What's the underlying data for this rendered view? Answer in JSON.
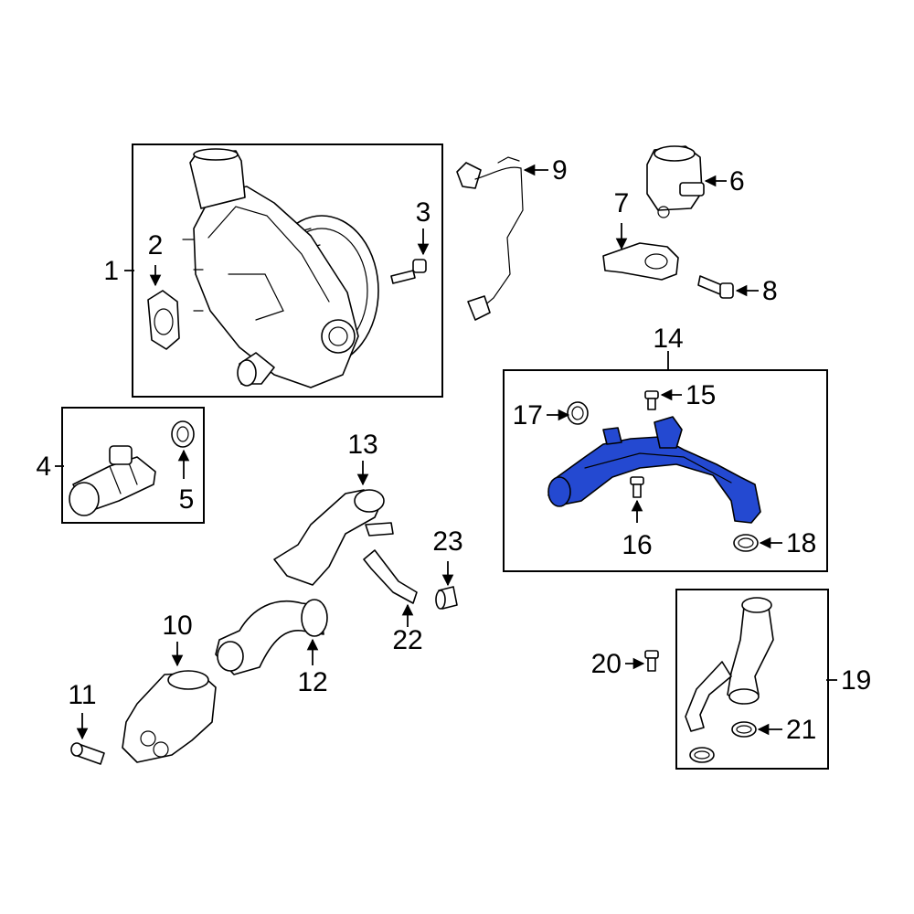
{
  "colors": {
    "line": "#000000",
    "background": "#ffffff",
    "highlight": "#2449d1"
  },
  "callouts": {
    "c1": "1",
    "c2": "2",
    "c3": "3",
    "c4": "4",
    "c5": "5",
    "c6": "6",
    "c7": "7",
    "c8": "8",
    "c9": "9",
    "c10": "10",
    "c11": "11",
    "c12": "12",
    "c13": "13",
    "c14": "14",
    "c15": "15",
    "c16": "16",
    "c17": "17",
    "c18": "18",
    "c19": "19",
    "c20": "20",
    "c21": "21",
    "c22": "22",
    "c23": "23"
  },
  "highlighted_part": "14"
}
